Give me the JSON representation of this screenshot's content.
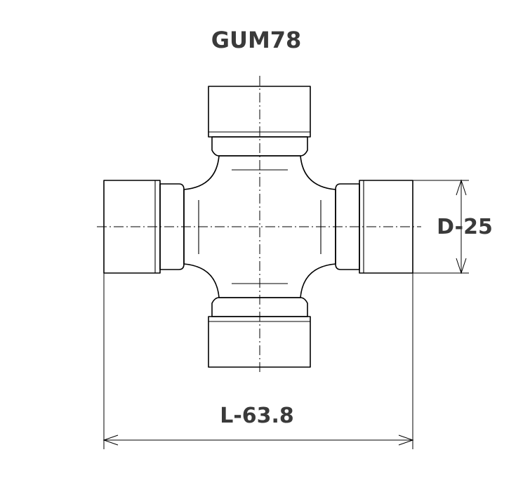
{
  "title": "GUM78",
  "dimensions": {
    "diameter_label": "D-25",
    "length_label": "L-63.8"
  },
  "colors": {
    "line": "#000000",
    "text": "#3a3a3a",
    "background": "#ffffff"
  }
}
